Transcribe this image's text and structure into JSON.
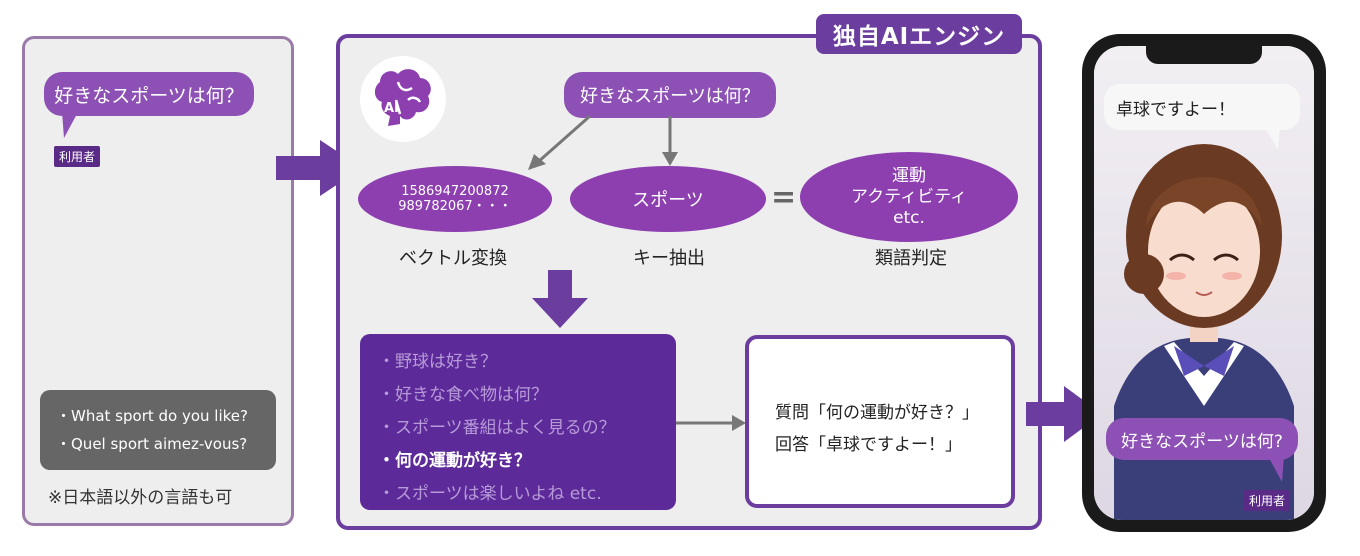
{
  "left": {
    "question": "好きなスポーツは何？",
    "user_tag": "利用者",
    "lang_examples": [
      "・What sport do you like?",
      "・Quel sport aimez-vous?"
    ],
    "note": "※日本語以外の言語も可"
  },
  "engine": {
    "title": "独自AIエンジン",
    "ai_badge": "AI",
    "question": "好きなスポーツは何？",
    "vector_text": "1586947200872\n989782067・・・",
    "vector_label": "ベクトル変換",
    "keyword": "スポーツ",
    "keyword_label": "キー抽出",
    "equals": "=",
    "synonyms": "運動\nアクティビティ\netc.",
    "synonym_label": "類語判定",
    "candidates": [
      {
        "text": "・野球は好き？",
        "active": false
      },
      {
        "text": "・好きな食べ物は何？",
        "active": false
      },
      {
        "text": "・スポーツ番組はよく見るの？",
        "active": false
      },
      {
        "text": "・何の運動が好き？",
        "active": true
      },
      {
        "text": "・スポーツは楽しいよね etc.",
        "active": false
      }
    ],
    "answer_lines": [
      "質問「何の運動が好き？」",
      "回答「卓球ですよー！」"
    ]
  },
  "phone": {
    "reply": "卓球ですよー！",
    "user_question": "好きなスポーツは何?",
    "user_tag": "利用者"
  },
  "colors": {
    "purple_dark": "#5d2a99",
    "purple_mid": "#6a3d9e",
    "purple_light": "#8d50b4"
  }
}
